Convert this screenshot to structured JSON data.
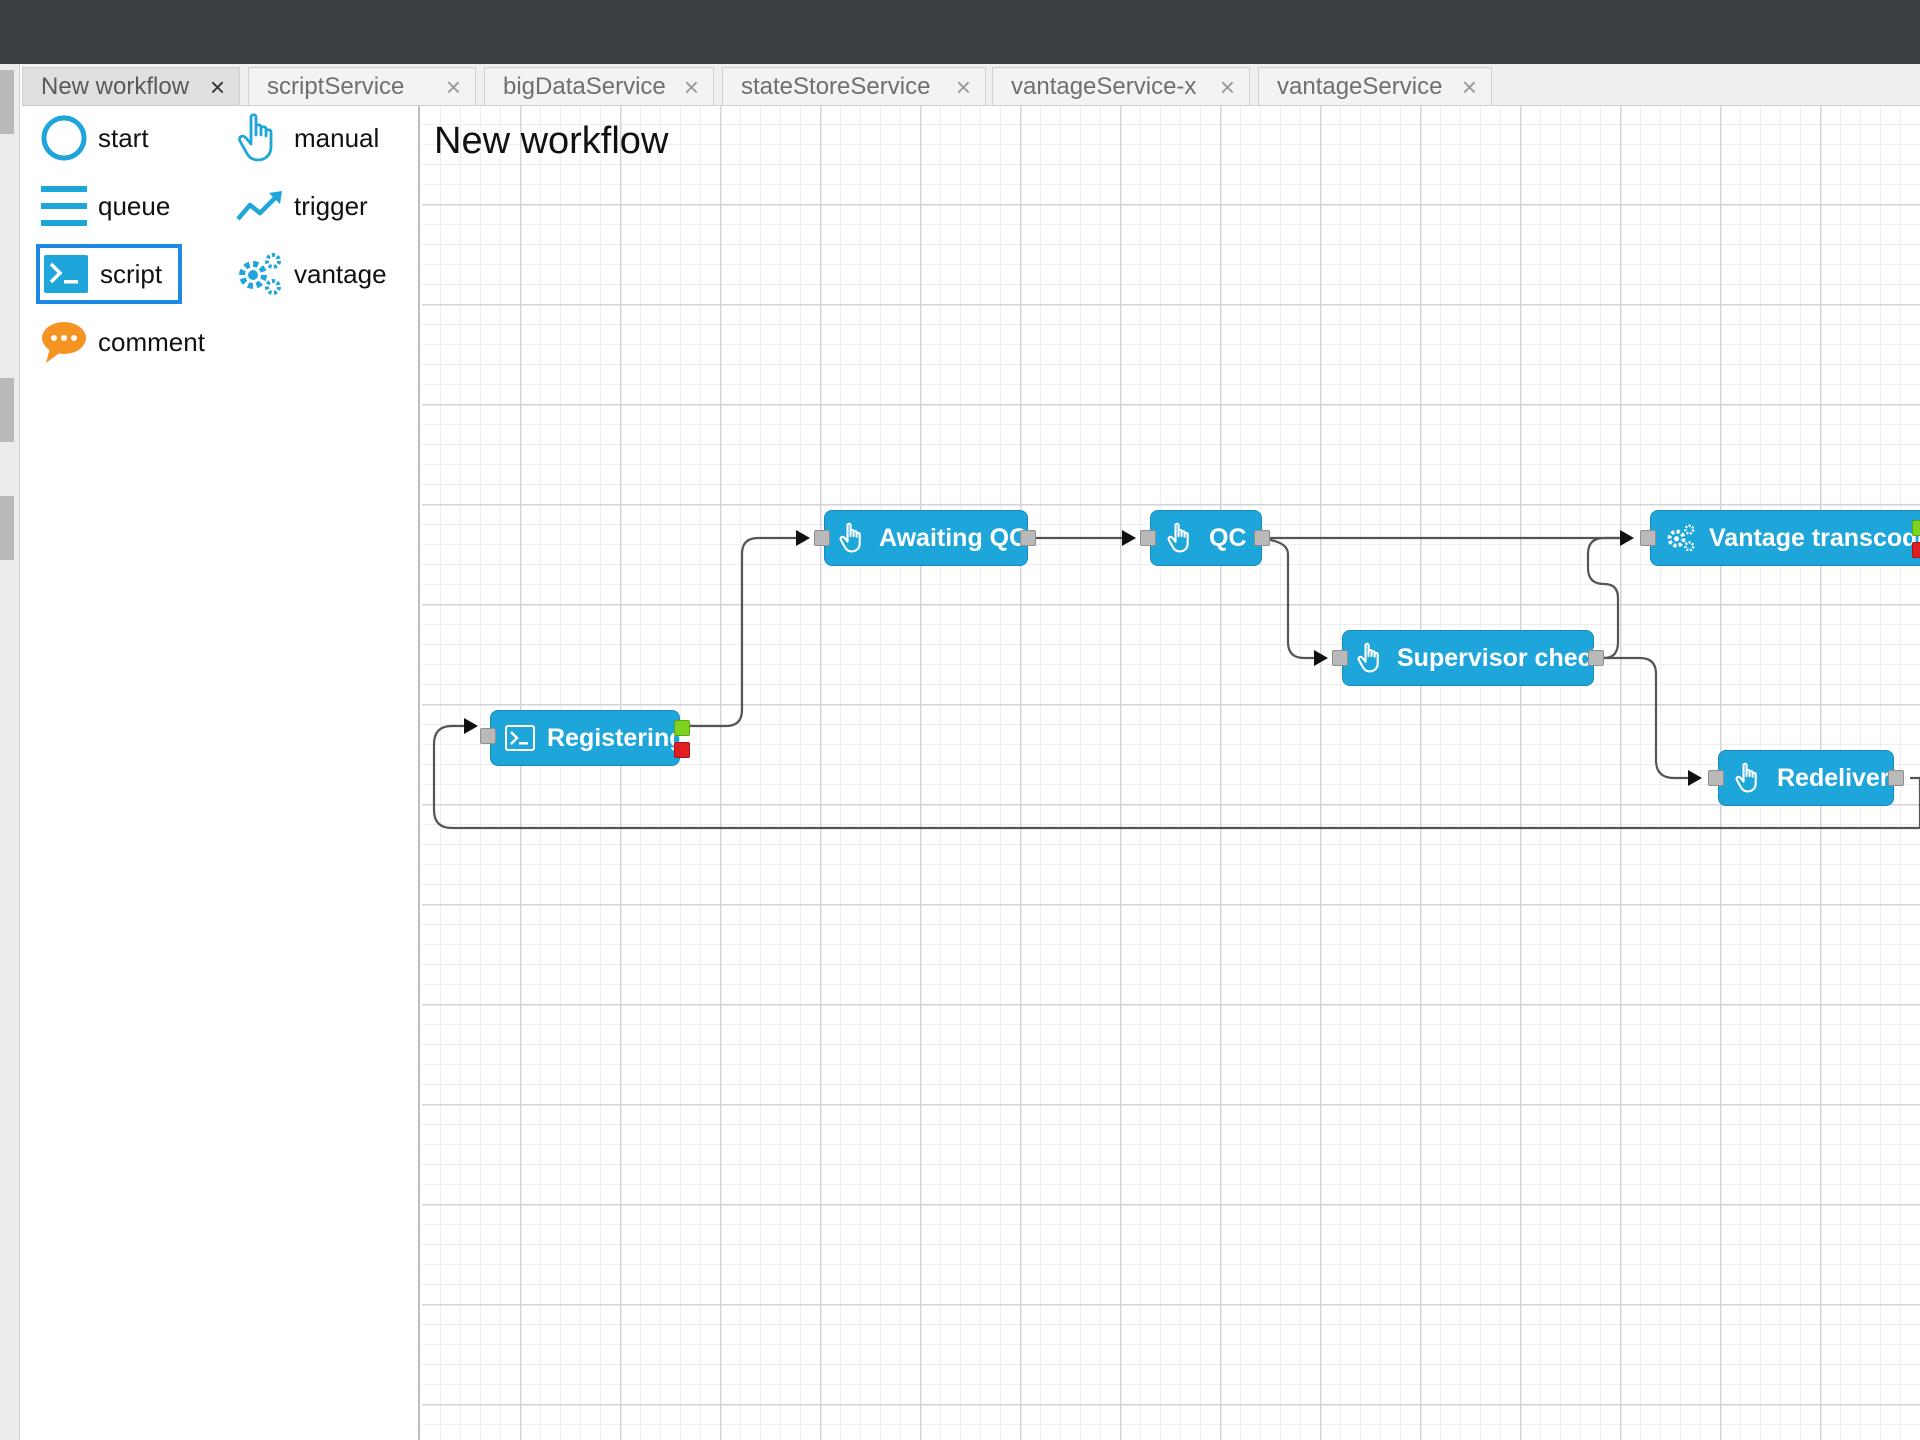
{
  "tabs": [
    {
      "label": "New workflow",
      "active": true
    },
    {
      "label": "scriptService"
    },
    {
      "label": "bigDataService"
    },
    {
      "label": "stateStoreService"
    },
    {
      "label": "vantageService-x"
    },
    {
      "label": "vantageService"
    }
  ],
  "close_glyph": "×",
  "palette": {
    "items": [
      {
        "label": "start",
        "icon": "circle-icon"
      },
      {
        "label": "manual",
        "icon": "hand-pointer-icon"
      },
      {
        "label": "queue",
        "icon": "queue-lines-icon"
      },
      {
        "label": "trigger",
        "icon": "trend-up-icon"
      },
      {
        "label": "script",
        "icon": "terminal-icon",
        "selected": true
      },
      {
        "label": "vantage",
        "icon": "gears-icon"
      },
      {
        "label": "comment",
        "icon": "speech-bubble-icon"
      }
    ]
  },
  "canvas": {
    "title": "New workflow",
    "nodes": [
      {
        "label": "Registering",
        "icon": "terminal-icon"
      },
      {
        "label": "Awaiting QC",
        "icon": "hand-pointer-icon"
      },
      {
        "label": "QC",
        "icon": "hand-pointer-icon"
      },
      {
        "label": "Supervisor check",
        "icon": "hand-pointer-icon"
      },
      {
        "label": "Vantage transcode",
        "icon": "gears-icon"
      },
      {
        "label": "Redeliver",
        "icon": "hand-pointer-icon"
      }
    ]
  },
  "colors": {
    "node": "#1ea6db",
    "accent": "#1e88e5",
    "topbar": "#3c3f43",
    "success_port": "#7ed321",
    "error_port": "#e02020",
    "comment_icon": "#f59323"
  }
}
